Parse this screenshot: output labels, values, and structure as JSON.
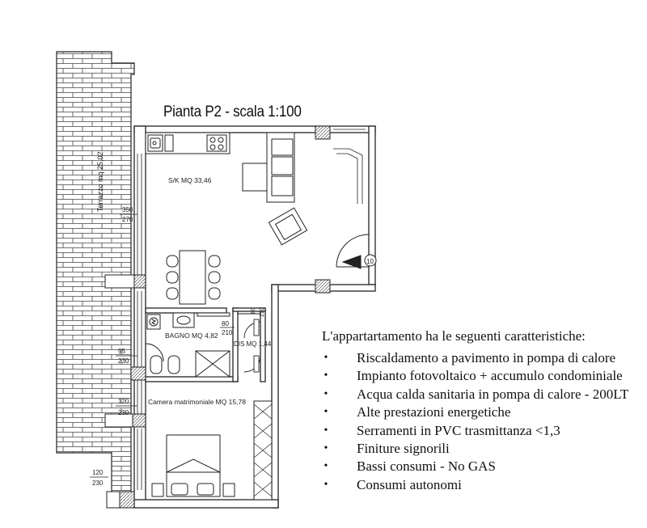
{
  "plan": {
    "title": "Pianta P2 - scala 1:100",
    "rooms": {
      "living": "S/K MQ 33,46",
      "bath": "BAGNO MQ 4,82",
      "dis": "DIS MQ 1,44",
      "bedroom": "Camera matrimoniale MQ 15,78",
      "terrace": "Terrazzo mq 25,02"
    },
    "window_dims": [
      {
        "id": "w1",
        "top": "350",
        "bottom": "270"
      },
      {
        "id": "w2",
        "top": "95",
        "bottom": "230"
      },
      {
        "id": "w3",
        "top": "120",
        "bottom": "230"
      },
      {
        "id": "w4",
        "top": "120",
        "bottom": "230"
      }
    ],
    "door_dims": [
      {
        "id": "d1",
        "a": "80",
        "b": "210"
      },
      {
        "id": "d2",
        "a": "80",
        "b": "210"
      }
    ],
    "entrance_number": "10"
  },
  "features": {
    "intro": "L'appartartamento ha le seguenti caratteristiche:",
    "bullet_symbol": "•",
    "items": [
      "Riscaldamento a pavimento in pompa di calore",
      "Impianto fotovoltaico + accumulo condominiale",
      "Acqua calda sanitaria in pompa di calore - 200LT",
      "Alte prestazioni energetiche",
      "Serramenti in PVC trasmittanza <1,3",
      "Finiture signorili",
      "Bassi consumi - No GAS",
      "Consumi autonomi"
    ]
  }
}
